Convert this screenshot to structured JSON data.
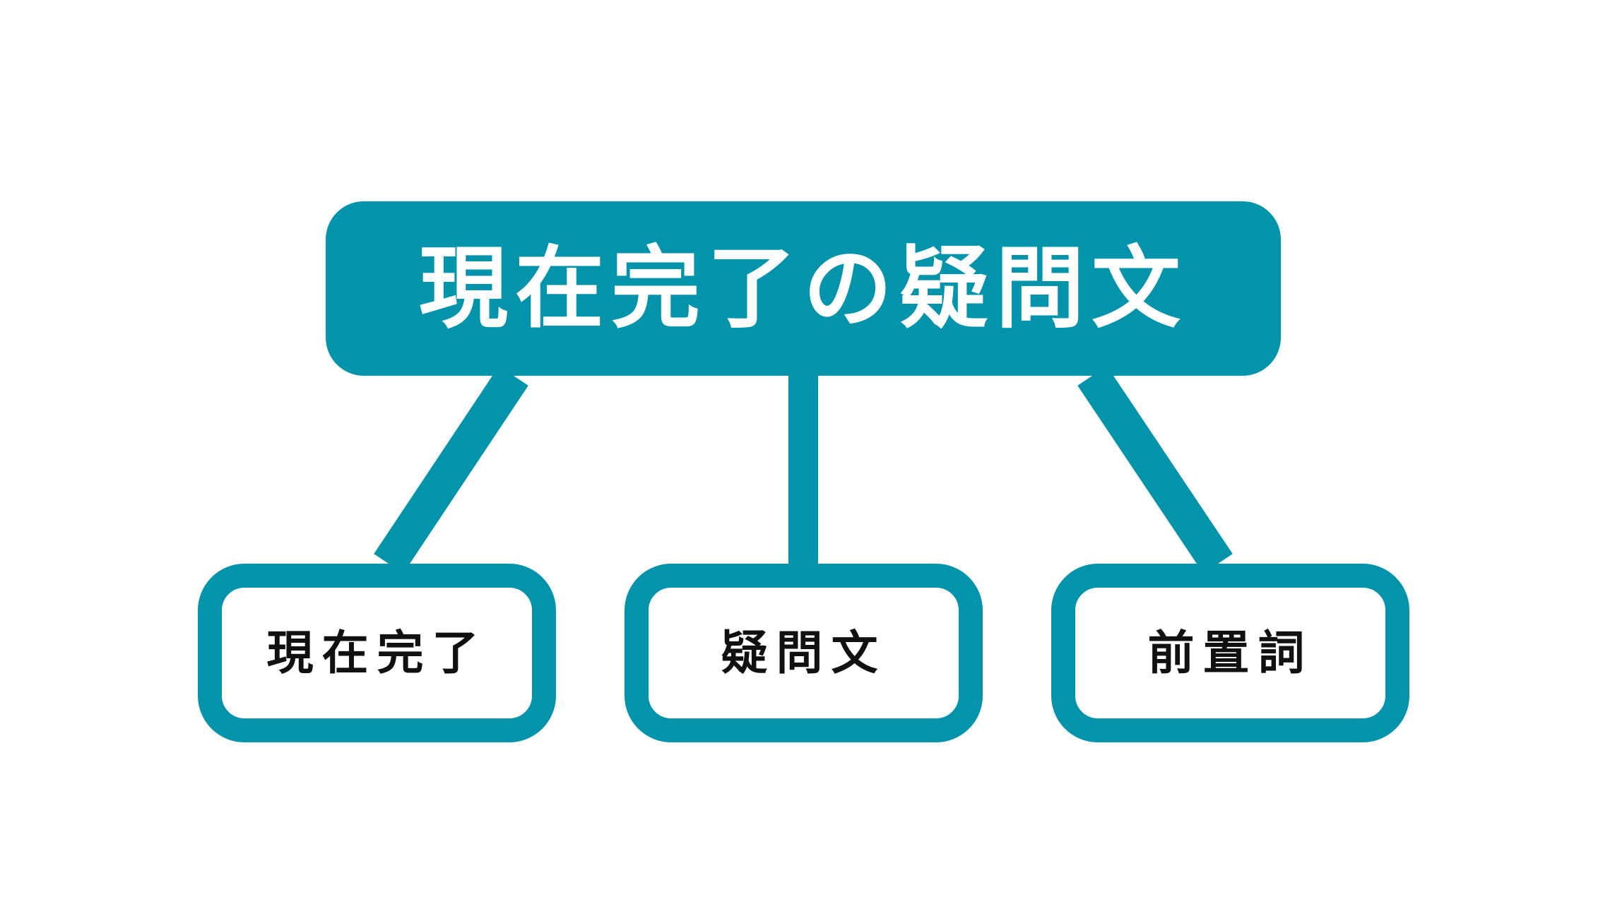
{
  "diagram": {
    "root": {
      "label": "現在完了の疑問文"
    },
    "children": [
      {
        "label": "現在完了"
      },
      {
        "label": "疑問文"
      },
      {
        "label": "前置詞"
      }
    ]
  },
  "colors": {
    "accent": "#0393aa",
    "background": "#ffffff",
    "root_text": "#ffffff",
    "child_text": "#111111"
  }
}
